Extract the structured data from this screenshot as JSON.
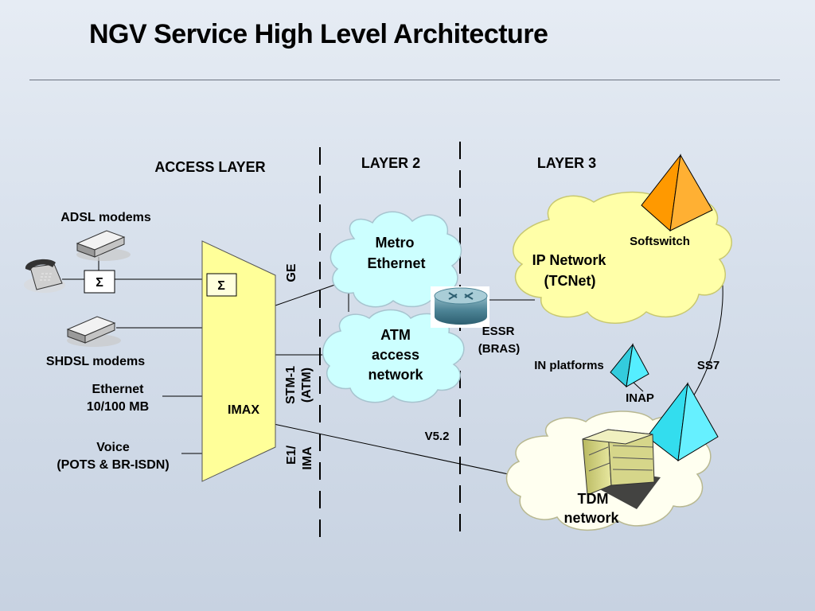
{
  "slide": {
    "title": "NGV Service High Level Architecture"
  },
  "layers": {
    "access": "ACCESS LAYER",
    "layer2": "LAYER 2",
    "layer3": "LAYER 3"
  },
  "access": {
    "adsl": "ADSL modems",
    "shdsl": "SHDSL modems",
    "ethernet": [
      "Ethernet",
      "10/100 MB"
    ],
    "voice": [
      "Voice",
      "(POTS & BR-ISDN)"
    ],
    "splitter": "Σ",
    "imax_sigma": "Σ",
    "imax": "IMAX"
  },
  "links": {
    "ge": "GE",
    "stm": [
      "STM-1",
      "(ATM)"
    ],
    "e1": [
      "E1/",
      "IMA"
    ],
    "v52": "V5.2",
    "inap": "INAP",
    "ss7": "SS7"
  },
  "clouds": {
    "metro": [
      "Metro",
      "Ethernet"
    ],
    "atm": [
      "ATM",
      "access",
      "network"
    ],
    "ip": [
      "IP Network",
      "(TCNet)"
    ],
    "tdm": [
      "TDM",
      "network"
    ]
  },
  "nodes": {
    "essr": [
      "ESSR",
      "(BRAS)"
    ],
    "softswitch": "Softswitch",
    "in_platforms": "IN platforms"
  },
  "colors": {
    "cyan_cloud": "#ccffff",
    "yellow_cloud": "#ffffa8",
    "cream_cloud": "#fffff0",
    "imax_fill": "#ffff99",
    "softswitch": "#ff9900",
    "in_platform": "#33ddee"
  }
}
